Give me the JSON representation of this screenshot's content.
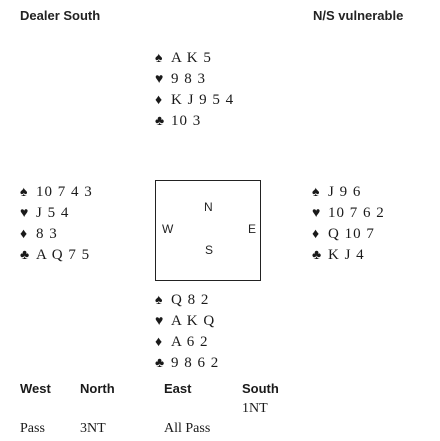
{
  "header": {
    "dealer": "Dealer South",
    "vulnerability": "N/S vulnerable"
  },
  "compass": {
    "north": "N",
    "south": "S",
    "west": "W",
    "east": "E"
  },
  "suits": {
    "spades": "♠",
    "hearts": "♥",
    "diamonds": "♦",
    "clubs": "♣"
  },
  "hands": {
    "north": {
      "spades": "A K 5",
      "hearts": "9 8 3",
      "diamonds": "K J 9 5 4",
      "clubs": "10 3"
    },
    "west": {
      "spades": "10 7 4 3",
      "hearts": "J 5 4",
      "diamonds": "8 3",
      "clubs": "A Q 7 5"
    },
    "east": {
      "spades": "J 9 6",
      "hearts": "10 7 6 2",
      "diamonds": "Q 10 7",
      "clubs": "K J 4"
    },
    "south": {
      "spades": "Q 8 2",
      "hearts": "A K Q",
      "diamonds": "A 6 2",
      "clubs": "9 8 6 2"
    }
  },
  "auction": {
    "headers": [
      "West",
      "North",
      "East",
      "South"
    ],
    "rounds": [
      [
        "",
        "",
        "",
        "1NT"
      ],
      [
        "Pass",
        "3NT",
        "All Pass",
        ""
      ]
    ]
  },
  "colors": {
    "spades": "#1a1a1a",
    "hearts": "#1a1a1a",
    "diamonds": "#1a1a1a",
    "clubs": "#1a1a1a"
  }
}
